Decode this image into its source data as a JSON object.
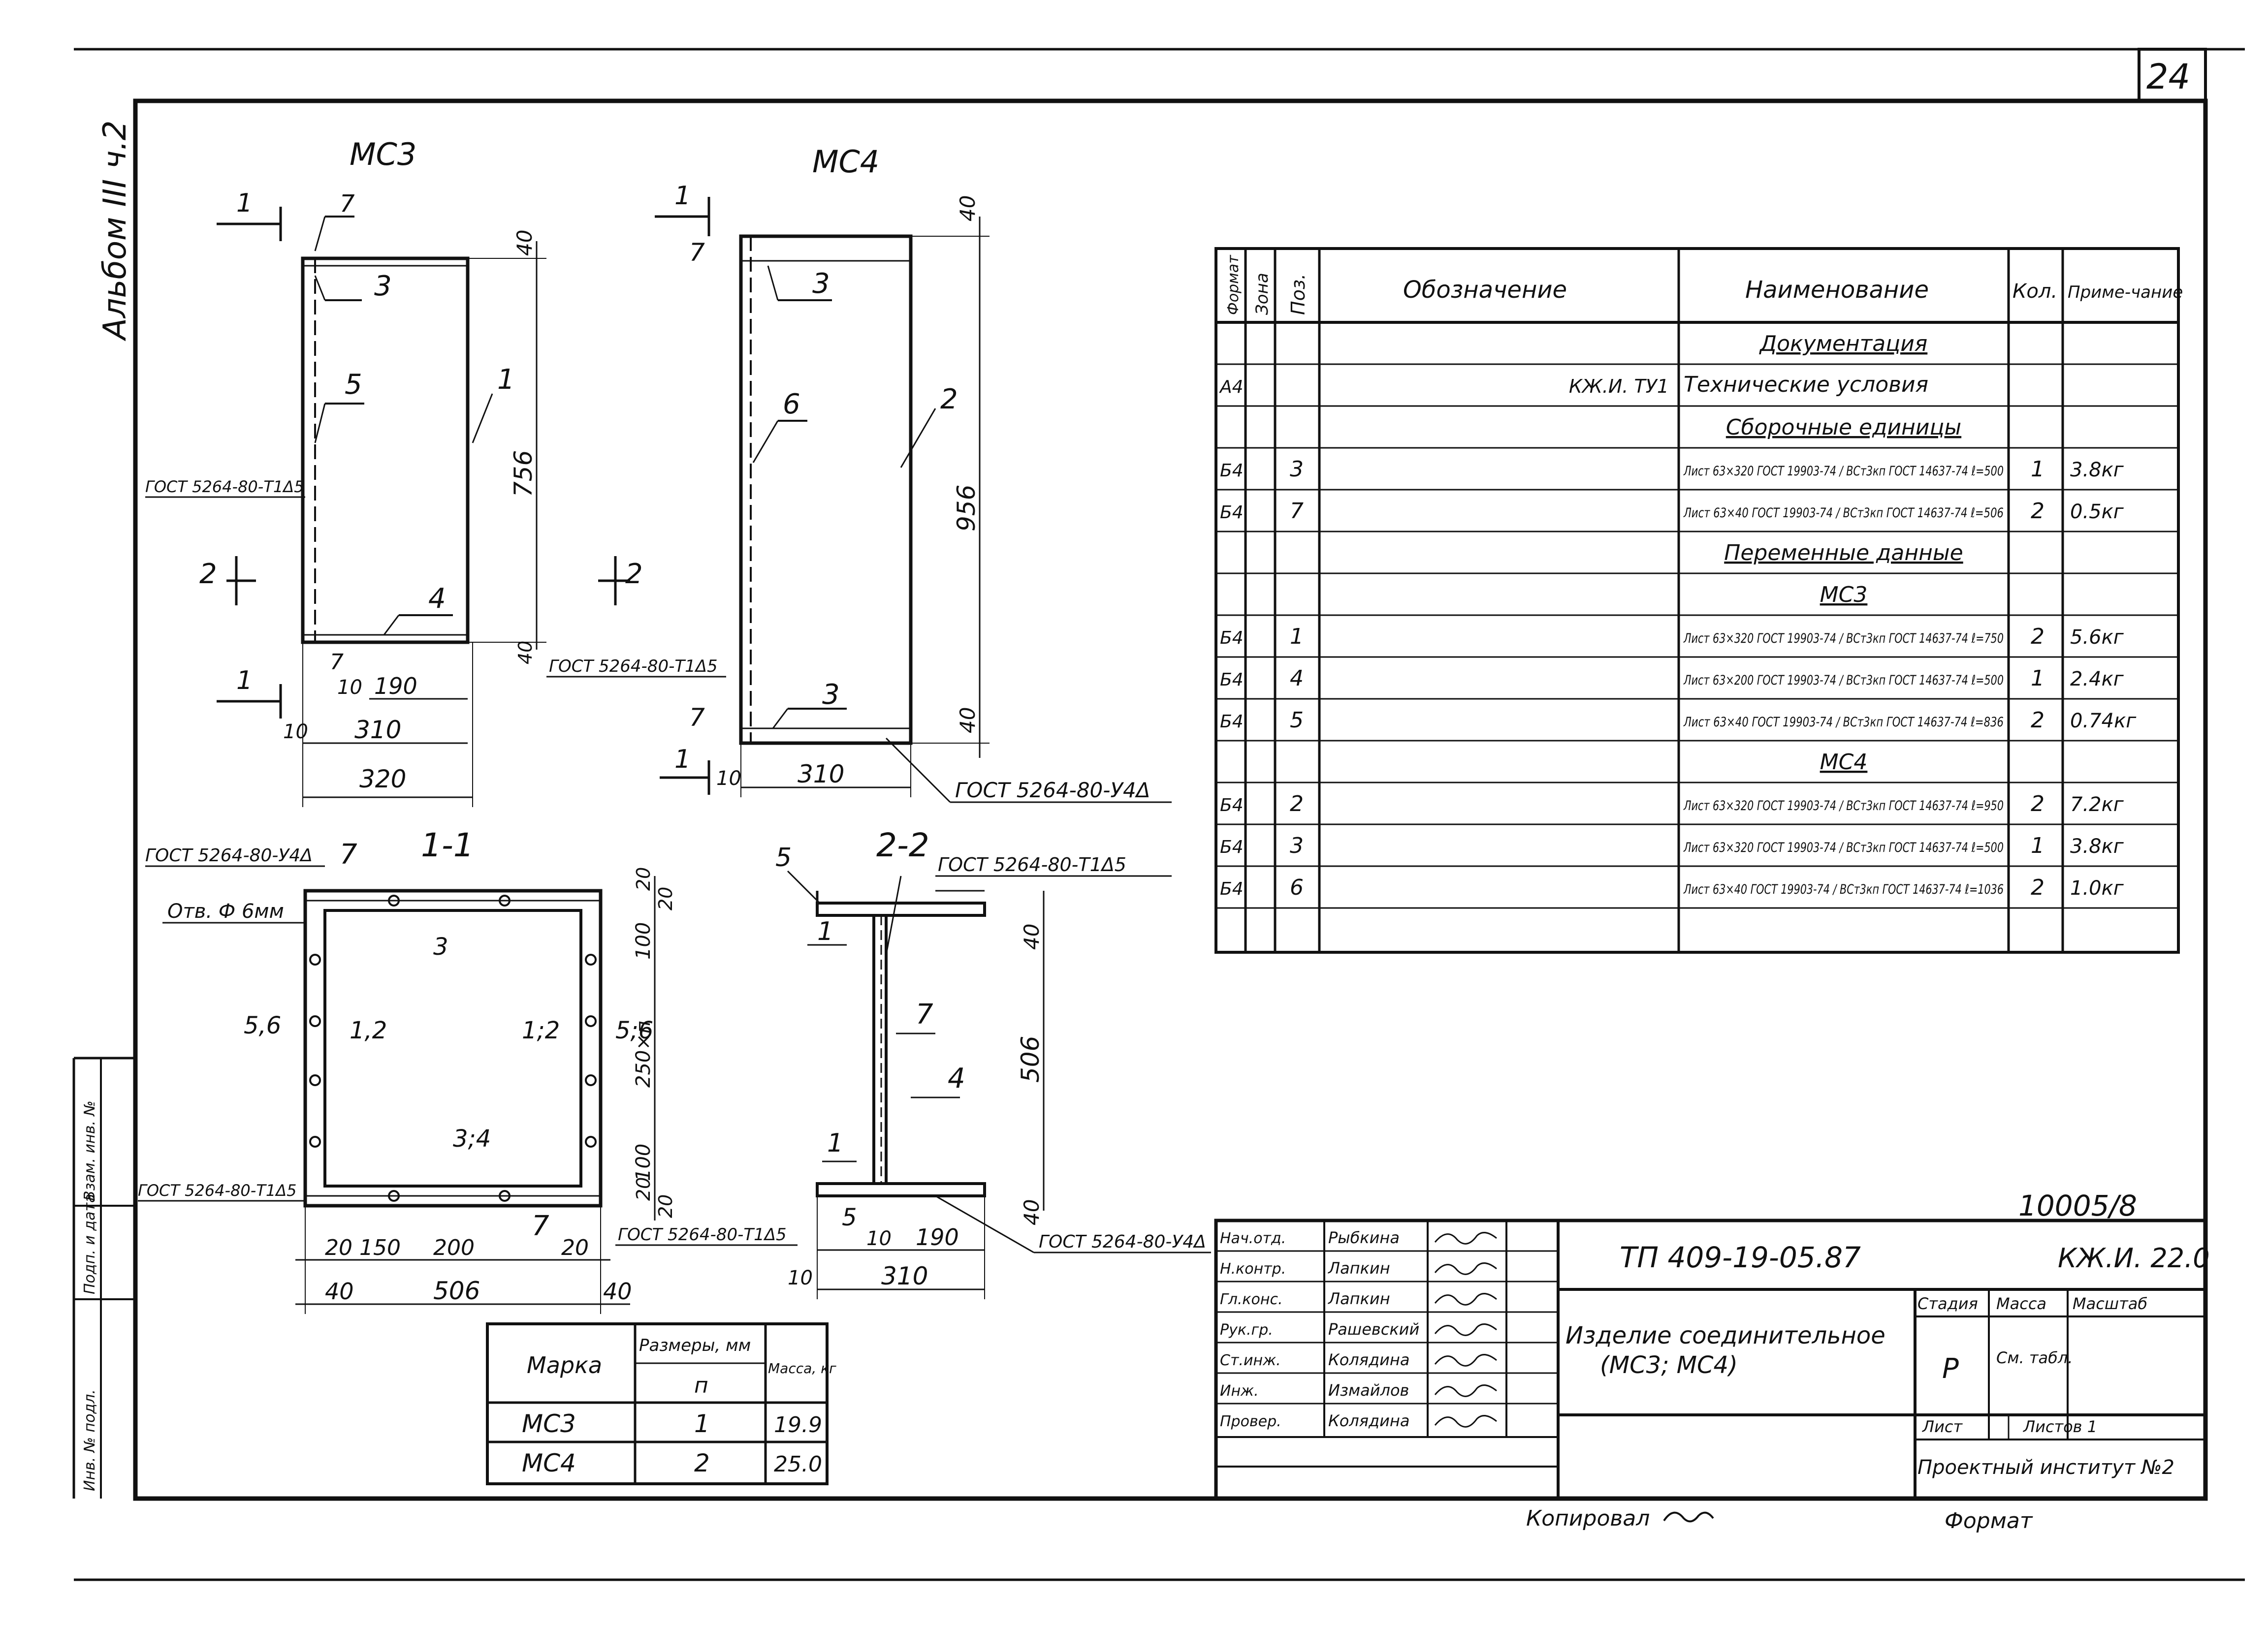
{
  "sheet": {
    "number": "24",
    "album_label": "Альбом III ч.2"
  },
  "drawings": {
    "mc3": {
      "title": "МС3",
      "callouts": [
        "1",
        "3",
        "5",
        "7",
        "4",
        "7"
      ],
      "dims": [
        "40",
        "756",
        "40",
        "190",
        "10",
        "310",
        "320",
        "10"
      ],
      "section_marks": [
        "1",
        "1",
        "2"
      ],
      "weld_note": "ГОСТ 5264-80-Т1Δ5",
      "weld_note_bottom": "ГОСТ 5264-80-Т1Δ5"
    },
    "mc4": {
      "title": "МС4",
      "callouts": [
        "2",
        "3",
        "6",
        "7",
        "3",
        "7"
      ],
      "dims": [
        "40",
        "956",
        "40",
        "310",
        "10"
      ],
      "section_marks": [
        "1",
        "1",
        "2"
      ],
      "weld_note": "ГОСТ 5264-80-У4Δ"
    },
    "section_1_1": {
      "title": "1-1",
      "weld_note_top": "ГОСТ 5264-80-У4Δ",
      "weld_note_left": "ГОСТ 5264-80-Т1Δ5",
      "weld_note_bottom": "ГОСТ 5264-80-Т1Δ5",
      "hole_note": "Отв. Ф 6мм",
      "callouts": [
        "7",
        "3",
        "5,6",
        "1,2",
        "1;2",
        "5;6",
        "3;4",
        "7"
      ],
      "dims_bottom": [
        "20",
        "150",
        "200",
        "20",
        "40",
        "506",
        "40"
      ],
      "dims_right": [
        "20",
        "20",
        "100",
        "250×п",
        "100",
        "20",
        "20"
      ]
    },
    "section_2_2": {
      "title": "2-2",
      "weld_note_top": "ГОСТ 5264-80-Т1Δ5",
      "weld_note_bottom": "ГОСТ 5264-80-У4Δ",
      "callouts": [
        "5",
        "1",
        "7",
        "4",
        "1",
        "5"
      ],
      "dims": [
        "40",
        "506",
        "40",
        "10",
        "190",
        "10",
        "310"
      ]
    }
  },
  "spec_table": {
    "headers": [
      "Формат",
      "Зона",
      "Поз.",
      "Обозначение",
      "Наименование",
      "Кол.",
      "Приме-чание"
    ],
    "rows": [
      {
        "format": "",
        "zone": "",
        "pos": "",
        "designation": "",
        "name": "Документация",
        "qty": "",
        "note": "",
        "section": true
      },
      {
        "format": "А4",
        "zone": "",
        "pos": "",
        "designation": "КЖ.И. ТУ1",
        "name": "Технические условия",
        "qty": "",
        "note": "",
        "section": false
      },
      {
        "format": "",
        "zone": "",
        "pos": "",
        "designation": "",
        "name": "Сборочные единицы",
        "qty": "",
        "note": "",
        "section": true
      },
      {
        "format": "Б4",
        "zone": "",
        "pos": "3",
        "designation": "",
        "name": "Лист 63×320 ГОСТ 19903-74 / ВСт3кп ГОСТ 14637-74 ℓ=500",
        "qty": "1",
        "note": "3.8кг",
        "section": false
      },
      {
        "format": "Б4",
        "zone": "",
        "pos": "7",
        "designation": "",
        "name": "Лист 63×40 ГОСТ 19903-74 / ВСт3кп ГОСТ 14637-74 ℓ=506",
        "qty": "2",
        "note": "0.5кг",
        "section": false
      },
      {
        "format": "",
        "zone": "",
        "pos": "",
        "designation": "",
        "name": "Переменные данные",
        "qty": "",
        "note": "",
        "section": true
      },
      {
        "format": "",
        "zone": "",
        "pos": "",
        "designation": "",
        "name": "МС3",
        "qty": "",
        "note": "",
        "section": true
      },
      {
        "format": "Б4",
        "zone": "",
        "pos": "1",
        "designation": "",
        "name": "Лист 63×320 ГОСТ 19903-74 / ВСт3кп ГОСТ 14637-74 ℓ=750",
        "qty": "2",
        "note": "5.6кг",
        "section": false
      },
      {
        "format": "Б4",
        "zone": "",
        "pos": "4",
        "designation": "",
        "name": "Лист 63×200 ГОСТ 19903-74 / ВСт3кп ГОСТ 14637-74 ℓ=500",
        "qty": "1",
        "note": "2.4кг",
        "section": false
      },
      {
        "format": "Б4",
        "zone": "",
        "pos": "5",
        "designation": "",
        "name": "Лист 63×40 ГОСТ 19903-74 / ВСт3кп ГОСТ 14637-74 ℓ=836",
        "qty": "2",
        "note": "0.74кг",
        "section": false
      },
      {
        "format": "",
        "zone": "",
        "pos": "",
        "designation": "",
        "name": "МС4",
        "qty": "",
        "note": "",
        "section": true
      },
      {
        "format": "Б4",
        "zone": "",
        "pos": "2",
        "designation": "",
        "name": "Лист 63×320 ГОСТ 19903-74 / ВСт3кп ГОСТ 14637-74 ℓ=950",
        "qty": "2",
        "note": "7.2кг",
        "section": false
      },
      {
        "format": "Б4",
        "zone": "",
        "pos": "3",
        "designation": "",
        "name": "Лист 63×320 ГОСТ 19903-74 / ВСт3кп ГОСТ 14637-74 ℓ=500",
        "qty": "1",
        "note": "3.8кг",
        "section": false
      },
      {
        "format": "Б4",
        "zone": "",
        "pos": "6",
        "designation": "",
        "name": "Лист 63×40 ГОСТ 19903-74 / ВСт3кп ГОСТ 14637-74 ℓ=1036",
        "qty": "2",
        "note": "1.0кг",
        "section": false
      }
    ]
  },
  "mark_table": {
    "headers": [
      "Марка",
      "Размеры, мм",
      "Масса, кг"
    ],
    "subheader": "п",
    "rows": [
      {
        "mark": "МС3",
        "n": "1",
        "mass": "19.9"
      },
      {
        "mark": "МС4",
        "n": "2",
        "mass": "25.0"
      }
    ]
  },
  "title_block": {
    "archive_no": "10005/8",
    "doc_no": "ТП 409-19-05.87",
    "code": "КЖ.И. 22.0",
    "description": "Изделие соединительное (МС3; МС4)",
    "stage_label": "Стадия",
    "mass_label": "Масса",
    "scale_label": "Масштаб",
    "stage": "Р",
    "mass": "См. табл.",
    "sheet_label": "Лист",
    "sheets_label": "Листов 1",
    "institute": "Проектный институт №2",
    "signatures": [
      {
        "role": "Нач.отд.",
        "name": "Рыбкина"
      },
      {
        "role": "Н.контр.",
        "name": "Лапкин"
      },
      {
        "role": "Гл.конс.",
        "name": "Лапкин"
      },
      {
        "role": "Рук.гр.",
        "name": "Рашевский"
      },
      {
        "role": "Ст.инж.",
        "name": "Колядина"
      },
      {
        "role": "Инж.",
        "name": "Измайлов"
      },
      {
        "role": "Провер.",
        "name": "Колядина"
      }
    ]
  },
  "left_strip": [
    "Взам. инв. №",
    "Подп. и дата",
    "Инв. № подл."
  ],
  "footer": {
    "copied": "Копировал",
    "format": "Формат"
  }
}
